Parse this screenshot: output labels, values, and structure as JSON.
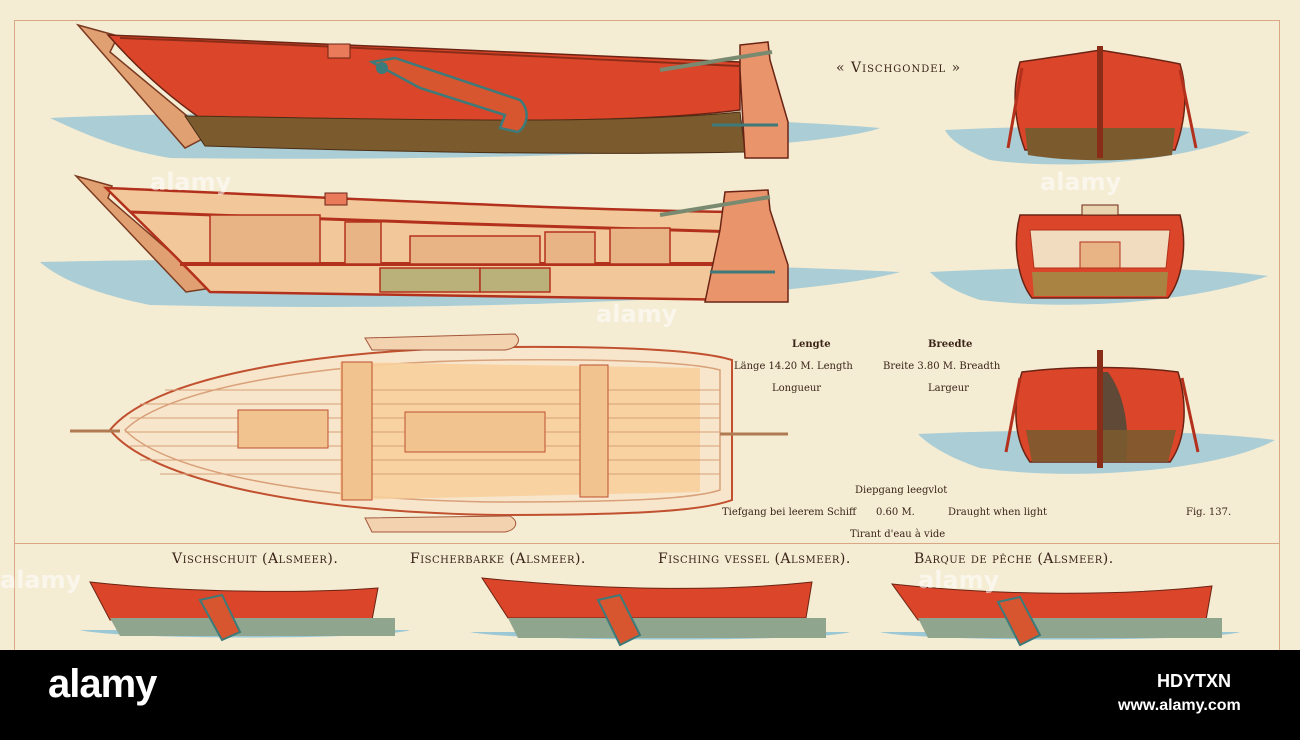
{
  "plate": {
    "title": "« Vischgondel »",
    "dimensions": {
      "lengte": "Lengte",
      "length_line": "Länge 14.20 M. Length",
      "longueur": "Longueur",
      "breedte": "Breedte",
      "breadth_line": "Breite 3.80 M. Breadth",
      "largeur": "Largeur"
    },
    "draught": {
      "line1": "Diepgang leegvlot",
      "line2_de": "Tiefgang bei leerem Schiff",
      "line2_value": "0.60 M.",
      "line2_en": "Draught when light",
      "line3": "Tirant d'eau à vide"
    },
    "figure_label": "Fig. 137.",
    "captions": [
      "Vischschuit (Alsmeer).",
      "Fischerbarke (Alsmeer).",
      "Fisching vessel (Alsmeer).",
      "Barque de pêche (Alsmeer)."
    ],
    "watermark": "alamy"
  },
  "footer": {
    "logo": "alamy",
    "image_id": "HDYTXN",
    "url": "www.alamy.com"
  },
  "colors": {
    "paper": "#f4ecd3",
    "hull_red": "#d9432a",
    "water": "#9cc8d6",
    "wood_light": "#f7d7a8",
    "footer_bg": "#000000"
  }
}
